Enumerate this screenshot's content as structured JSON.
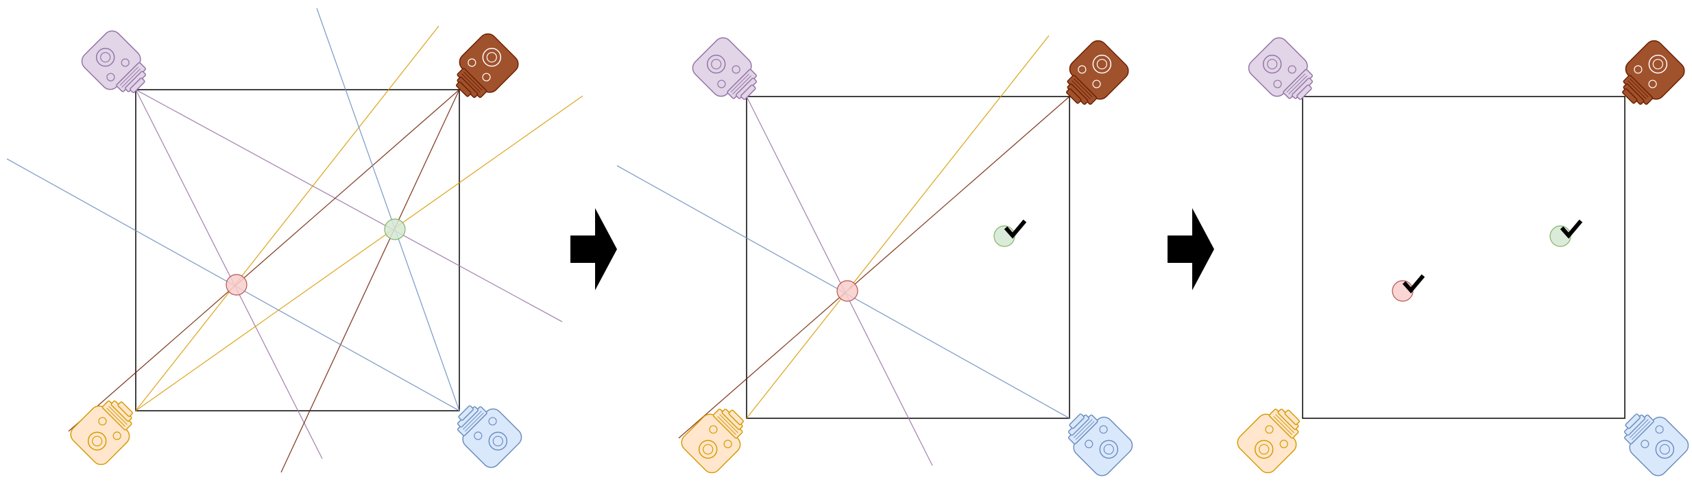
{
  "colors": {
    "background": "#ffffff",
    "frame": "#000000",
    "arrow": "#000000",
    "camera_top_left": {
      "fill": "#e1d5e7",
      "stroke": "#9673a6",
      "line": "#9673a6"
    },
    "camera_top_right": {
      "fill": "#a0522d",
      "stroke": "#6d1f00",
      "line": "#6d1f00"
    },
    "camera_bottom_left": {
      "fill": "#ffe6cc",
      "stroke": "#d79b00",
      "line": "#d79b00"
    },
    "camera_bottom_right": {
      "fill": "#dae8fc",
      "stroke": "#6c8ebf",
      "line": "#6c8ebf"
    },
    "candidate_red": {
      "fill": "#f8cecc",
      "stroke": "#b85450"
    },
    "candidate_green": {
      "fill": "#d5e8d4",
      "stroke": "#82b366"
    },
    "checkmark": "#000000"
  },
  "icons": {
    "camera": "camera-icon",
    "arrow": "right-arrow-icon",
    "check": "checkmark-icon"
  },
  "panels": [
    {
      "name": "all-detections",
      "show_lines": true,
      "line_set": "all",
      "checks": []
    },
    {
      "name": "green-confirmed",
      "show_lines": true,
      "line_set": "red-only",
      "checks": [
        "green"
      ]
    },
    {
      "name": "both-confirmed",
      "show_lines": false,
      "line_set": "none",
      "checks": [
        "red",
        "green"
      ]
    }
  ]
}
